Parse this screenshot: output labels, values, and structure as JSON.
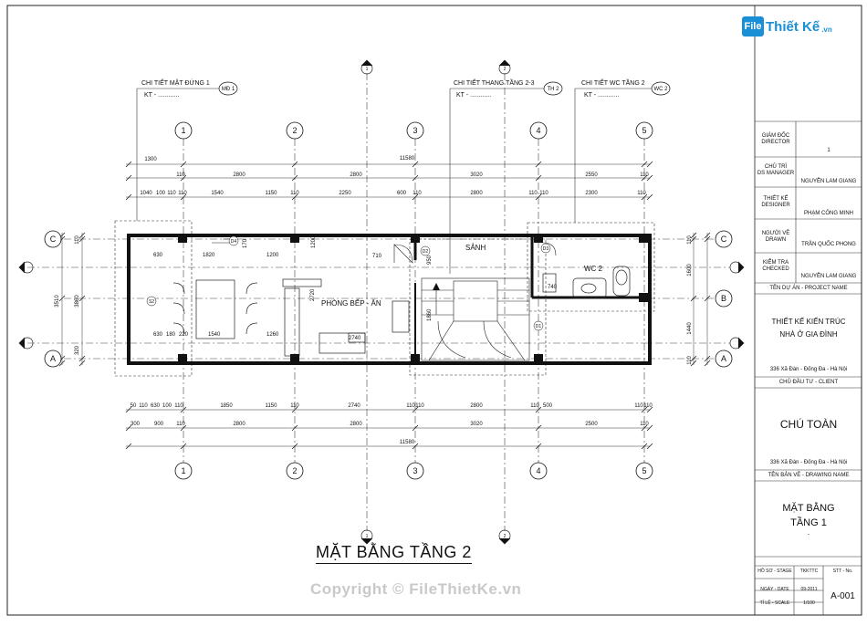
{
  "logo": {
    "brand": "Thiết Kế",
    "mark": "File",
    "domain": ".vn"
  },
  "detail_callouts": [
    {
      "title": "CHI TIẾT MẶT ĐỨNG 1",
      "tag": "MĐ 1",
      "kt": "KT - ............"
    },
    {
      "title": "CHI TIẾT THANG TẦNG 2-3",
      "tag": "TH 2",
      "kt": "KT - ............"
    },
    {
      "title": "CHI TIẾT WC TẦNG 2",
      "tag": "WC 2",
      "kt": "KT - ............"
    }
  ],
  "grid_columns": [
    "1",
    "2",
    "3",
    "4",
    "5"
  ],
  "grid_rows": [
    "C",
    "B",
    "A"
  ],
  "dims_top": {
    "overall": "11580",
    "row1": [
      "1300",
      "110",
      "2800",
      "2800",
      "3020",
      "2550",
      "110"
    ],
    "row2": [
      "1040",
      "100",
      "110",
      "110",
      "1540",
      "1150",
      "110",
      "2250",
      "600",
      "110",
      "2800",
      "110",
      "110",
      "2300",
      "110"
    ]
  },
  "dims_bottom": {
    "overall": "11580",
    "row1": [
      "50",
      "110",
      "630",
      "100",
      "110",
      "1850",
      "1150",
      "110",
      "2740",
      "110",
      "110",
      "2800",
      "110",
      "500",
      "110",
      "110"
    ],
    "row2": [
      "300",
      "900",
      "110",
      "2800",
      "2800",
      "3020",
      "2500",
      "110"
    ]
  },
  "dims_left": [
    "3510",
    "3860",
    "320",
    "110"
  ],
  "dims_right": [
    "1600",
    "1440",
    "110",
    "110"
  ],
  "room_labels": {
    "hall": "SẢNH",
    "kitchen": "PHÒNG BẾP - ĂN",
    "wc": "WC 2"
  },
  "inner_dims": [
    "630",
    "1820",
    "1200",
    "710",
    "630",
    "180",
    "220",
    "1540",
    "1260",
    "2740",
    "2720",
    "1860",
    "950",
    "740",
    "1200",
    "170"
  ],
  "door_tags": [
    "D2",
    "D3",
    "D1",
    "D4",
    "S2"
  ],
  "section_marks": [
    "1",
    "1",
    "2",
    "2"
  ],
  "plan_title": "MẶT BẰNG TẦNG 2",
  "watermark": "Copyright © FileThietKe.vn",
  "title_block": {
    "director_label": "GIÁM ĐỐC\nDIRECTOR",
    "director_value": "1",
    "manager_label": "CHỦ TRÌ\nDS MANAGER",
    "manager_value": "NGUYỄN LAM GIANG",
    "designer_label": "THIẾT KẾ\nDESIGNER",
    "designer_value": "PHẠM CÔNG MINH",
    "drawn_label": "NGƯỜI VẼ\nDRAWN",
    "drawn_value": "TRẦN QUỐC PHONG",
    "checked_label": "KIỂM TRA\nCHECKED",
    "checked_value": "NGUYỄN LAM GIANG",
    "project_header": "TÊN DỰ ÁN - PROJECT NAME",
    "project_line1": "THIẾT KẾ KIẾN TRÚC",
    "project_line2": "NHÀ Ở GIA ĐÌNH",
    "project_address": "336 Xã Đàn - Đống Đa - Hà Nội",
    "client_header": "CHỦ ĐẦU TƯ - CLIENT",
    "client_name": "CHÚ TOÀN",
    "client_address": "336 Xã Đàn - Đống Đa - Hà Nội",
    "drawing_header": "TÊN BẢN VẼ - DRAWING NAME",
    "drawing_line1": "MẶT BẰNG",
    "drawing_line2": "TẦNG 1",
    "drawing_dash": "-",
    "stage_label": "HỒ SƠ - STAGE",
    "stage_value": "TKKTTC",
    "stt_label": "STT - No.",
    "date_label": "NGÀY - DATE",
    "date_value": "09-2011",
    "scale_label": "TỈ LỆ - SCALE",
    "scale_value": "1/100",
    "sheet_no": "A-001"
  }
}
